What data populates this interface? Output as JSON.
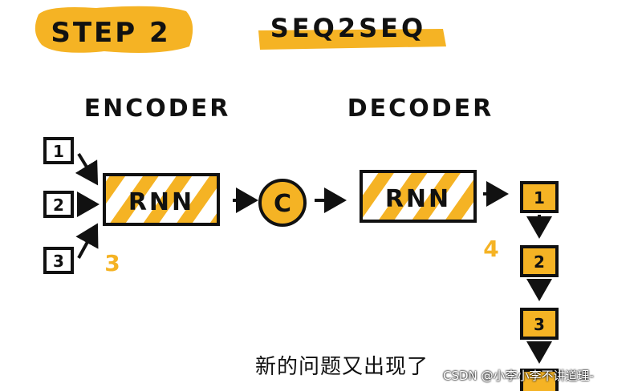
{
  "step_label": "STEP 2",
  "title": "SEQ2SEQ",
  "encoder": {
    "label": "ENCODER",
    "inputs": [
      "1",
      "2",
      "3"
    ],
    "input_count": "3",
    "block_label": "RNN"
  },
  "context": {
    "label": "C"
  },
  "decoder": {
    "label": "DECODER",
    "block_label": "RNN",
    "output_count": "4",
    "outputs": [
      "1",
      "2",
      "3"
    ]
  },
  "subtitle": "新的问题又出现了",
  "watermark": "CSDN @小李小李不讲道理-",
  "colors": {
    "highlight": "#F5B324",
    "ink": "#111111",
    "background": "#FFFFFF"
  }
}
